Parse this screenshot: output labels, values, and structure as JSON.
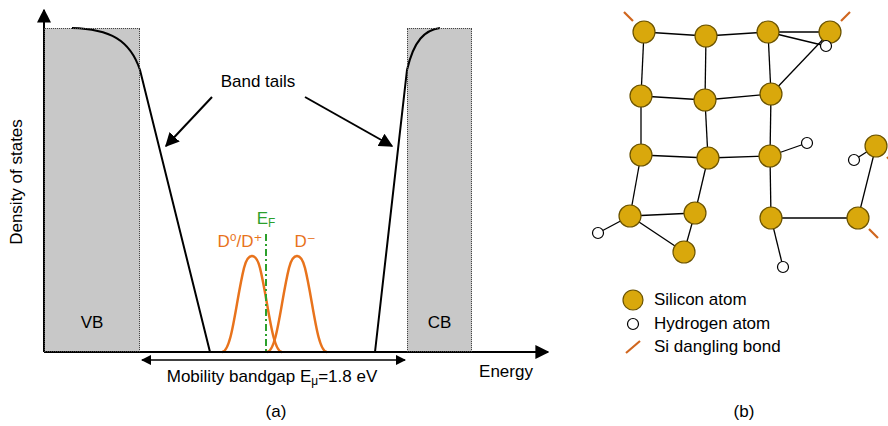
{
  "diagram": {
    "nodes": [
      {
        "text": [
          "VB"
        ]
      },
      {
        "text": [
          "CB"
        ]
      }
    ],
    "labels": [
      "Density of states",
      "Band tails",
      "EF",
      "D⁰/D⁺",
      "D⁻",
      "Mobility bandgap Eμ=1.8 eV",
      "Energy",
      "(a)",
      "(b)"
    ],
    "legend": [
      {
        "text": "Silicon atom"
      },
      {
        "text": "Hydrogen atom"
      },
      {
        "text": "Si dangling bond"
      }
    ]
  }
}
